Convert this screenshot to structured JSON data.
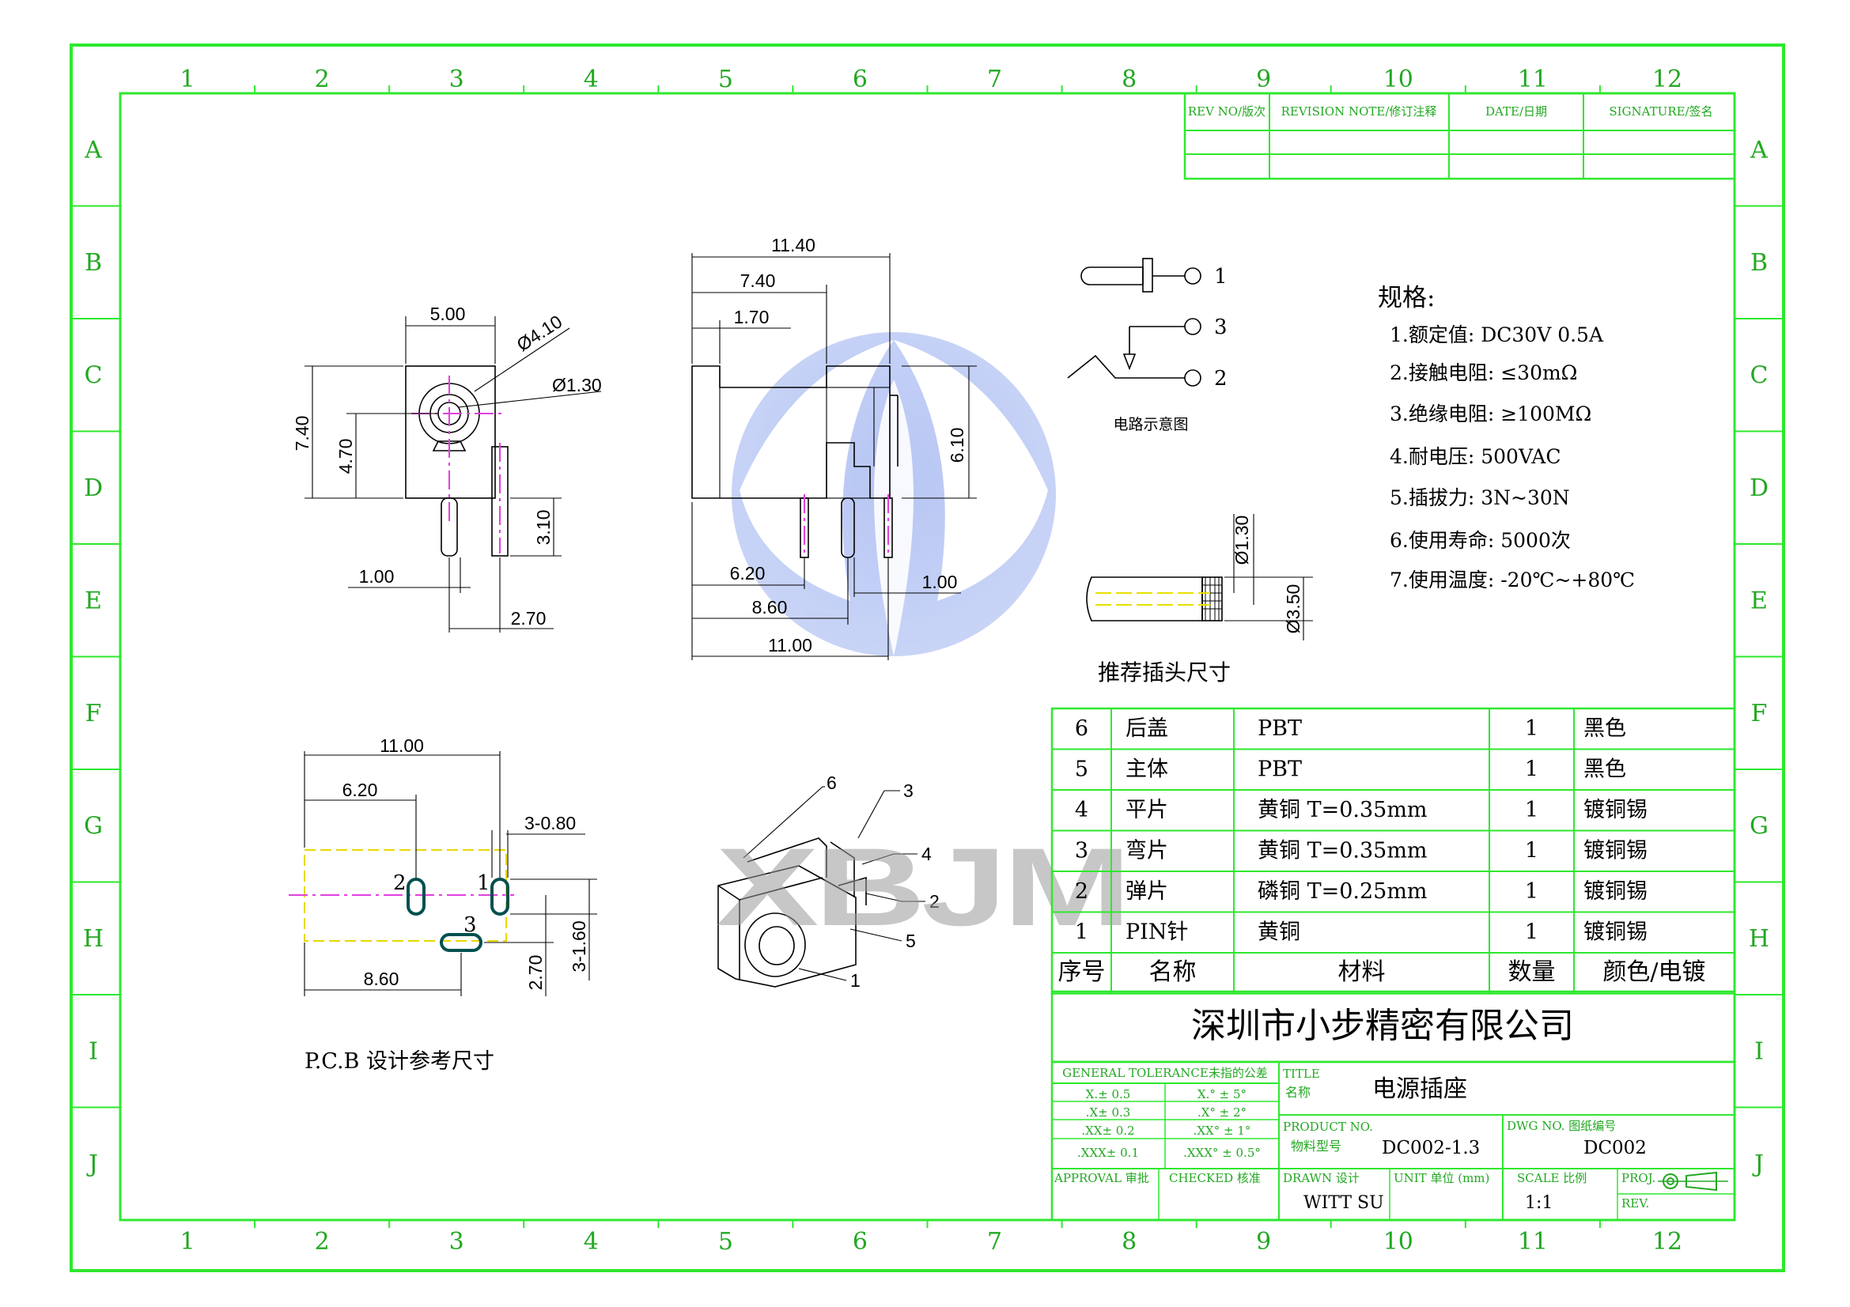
{
  "frame": {
    "col_labels": [
      "1",
      "2",
      "3",
      "4",
      "5",
      "6",
      "7",
      "8",
      "9",
      "10",
      "11",
      "12"
    ],
    "row_labels": [
      "A",
      "B",
      "C",
      "D",
      "E",
      "F",
      "G",
      "H",
      "I",
      "J"
    ]
  },
  "revision": {
    "headers": [
      "REV NO/版次",
      "REVISION NOTE/修订注释",
      "DATE/日期",
      "SIGNATURE/签名"
    ]
  },
  "front_view": {
    "dims": {
      "width": "5.00",
      "dia_outer": "Ø4.10",
      "dia_inner": "Ø1.30",
      "height": "7.40",
      "center_h": "4.70",
      "pin_len": "3.10",
      "pin_gap": "1.00",
      "pin_off": "2.70"
    }
  },
  "side_view": {
    "dims": {
      "d1": "11.40",
      "d2": "7.40",
      "d3": "1.70",
      "d4": "6.10",
      "d5": "6.20",
      "d6": "8.60",
      "d7": "11.00",
      "d8": "1.00"
    }
  },
  "circuit": {
    "pins": [
      "1",
      "3",
      "2"
    ],
    "caption": "电路示意图"
  },
  "specs": {
    "title": "规格:",
    "items": [
      "1.额定值: DC30V 0.5A",
      "2.接触电阻: ≤30mΩ",
      "3.绝缘电阻: ≥100MΩ",
      "4.耐电压: 500VAC",
      "5.插拔力: 3N~30N",
      "6.使用寿命: 5000次",
      "7.使用温度: -20℃~+80℃"
    ]
  },
  "plug": {
    "dia_inner": "Ø1.30",
    "dia_outer": "Ø3.50",
    "caption": "推荐插头尺寸"
  },
  "pcb": {
    "dims": {
      "w": "11.00",
      "a": "6.20",
      "slot": "3-0.80",
      "b": "8.60",
      "c": "3-1.60",
      "d": "2.70"
    },
    "pad_labels": [
      "2",
      "1",
      "3"
    ],
    "caption": "P.C.B 设计参考尺寸"
  },
  "iso": {
    "callouts": [
      "6",
      "3",
      "4",
      "2",
      "5",
      "1"
    ]
  },
  "watermark": {
    "text": "XBJM"
  },
  "bom": {
    "rows": [
      [
        "6",
        "后盖",
        "PBT",
        "1",
        "黑色"
      ],
      [
        "5",
        "主体",
        "PBT",
        "1",
        "黑色"
      ],
      [
        "4",
        "平片",
        "黄铜 T=0.35mm",
        "1",
        "镀铜锡"
      ],
      [
        "3",
        "弯片",
        "黄铜 T=0.35mm",
        "1",
        "镀铜锡"
      ],
      [
        "2",
        "弹片",
        "磷铜 T=0.25mm",
        "1",
        "镀铜锡"
      ],
      [
        "1",
        "PIN针",
        "黄铜",
        "1",
        "镀铜锡"
      ]
    ],
    "headers": [
      "序号",
      "名称",
      "材料",
      "数量",
      "颜色/电镀"
    ]
  },
  "title_block": {
    "company": "深圳市小步精密有限公司",
    "tol_header": "GENERAL TOLERANCE未指的公差",
    "tol": [
      [
        "X.± 0.5",
        "X.° ± 5°"
      ],
      [
        ".X± 0.3",
        ".X° ± 2°"
      ],
      [
        ".XX± 0.2",
        ".XX° ± 1°"
      ],
      [
        ".XXX± 0.1",
        ".XXX° ± 0.5°"
      ]
    ],
    "title_label": "TITLE",
    "title_cn": "名称",
    "title_value": "电源插座",
    "product_label": "PRODUCT NO.",
    "product_cn": "物料型号",
    "product_value": "DC002-1.3",
    "dwg_label": "DWG NO. 图纸编号",
    "dwg_value": "DC002",
    "approval": "APPROVAL 审批",
    "checked": "CHECKED 核准",
    "drawn_label": "DRAWN 设计",
    "drawn_value": "WITT SU",
    "unit": "UNIT 单位 (mm)",
    "scale_label": "SCALE 比例",
    "scale_value": "1:1",
    "proj": "PROJ.",
    "rev": "REV."
  }
}
